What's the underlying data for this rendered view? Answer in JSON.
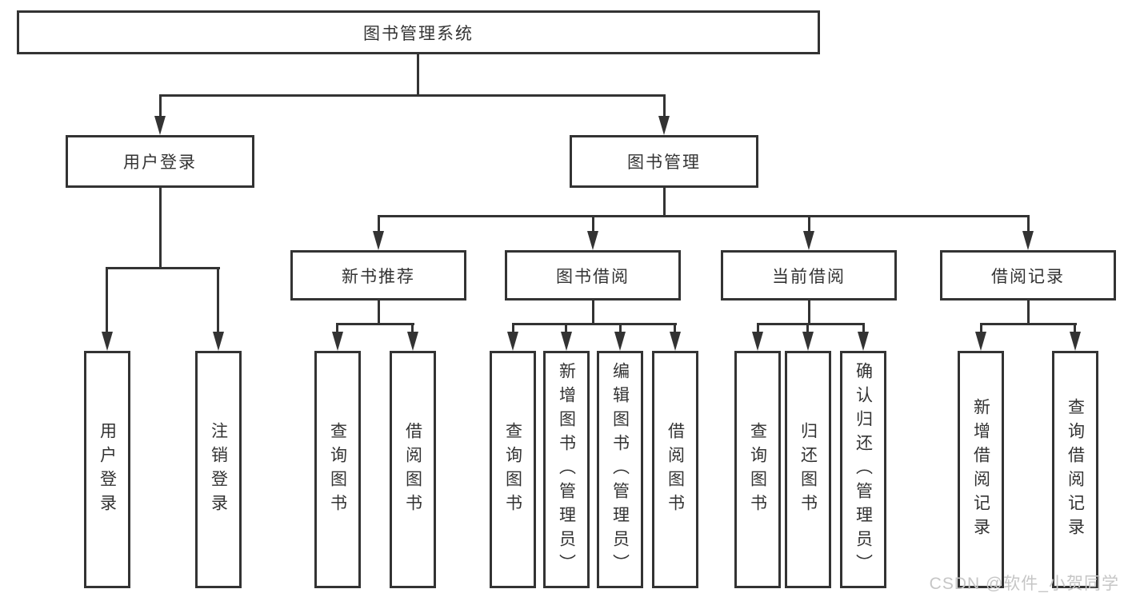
{
  "title": "图书管理系统",
  "tree": {
    "root": "图书管理系统",
    "children": [
      {
        "label": "用户登录",
        "children": [
          "用户登录",
          "注销登录"
        ]
      },
      {
        "label": "图书管理",
        "children": [
          {
            "label": "新书推荐",
            "children": [
              "查询图书",
              "借阅图书"
            ]
          },
          {
            "label": "图书借阅",
            "children": [
              "查询图书",
              "新增图书（管理员）",
              "编辑图书（管理员）",
              "借阅图书"
            ]
          },
          {
            "label": "当前借阅",
            "children": [
              "查询图书",
              "归还图书",
              "确认归还（管理员）"
            ]
          },
          {
            "label": "借阅记录",
            "children": [
              "新增借阅记录",
              "查询借阅记录"
            ]
          }
        ]
      }
    ]
  },
  "watermark": "CSDN @软件_小贺同学",
  "colors": {
    "line": "#333333",
    "box_border": "#333333",
    "box_background": "#ffffff",
    "text": "#333333",
    "watermark": "#c6c6c6",
    "page_background": "#ffffff"
  }
}
